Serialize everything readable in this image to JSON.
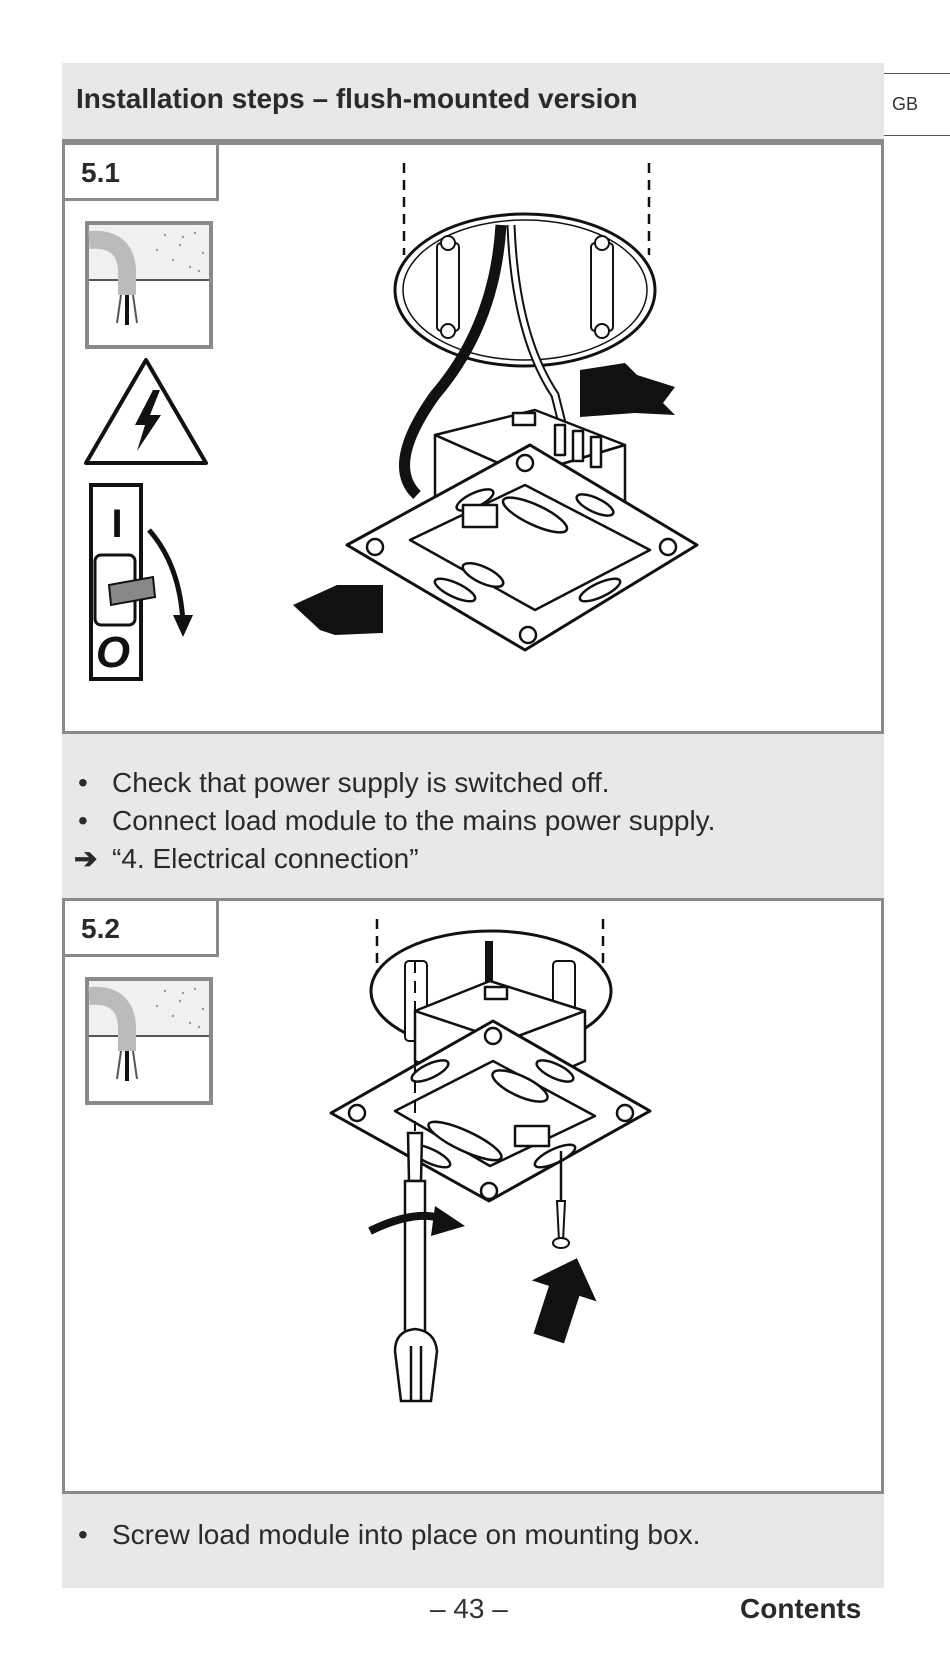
{
  "header": {
    "title": "Installation steps – flush-mounted version",
    "language_tab": "GB"
  },
  "steps": [
    {
      "label": "5.1",
      "instructions": [
        {
          "marker": "•",
          "text": "Check that power supply is switched off."
        },
        {
          "marker": "•",
          "text": "Connect load module to the mains power supply."
        },
        {
          "marker": "➔",
          "text": "“4. Electrical connection”"
        }
      ]
    },
    {
      "label": "5.2",
      "instructions": [
        {
          "marker": "•",
          "text": "Screw load module into place on mounting box."
        }
      ]
    }
  ],
  "breaker": {
    "on_label": "I",
    "off_label": "O"
  },
  "footer": {
    "page_number": "– 43 –",
    "contents_link": "Contents"
  },
  "colors": {
    "panel_gray": "#e8e8e8",
    "border_gray": "#8a8a8a",
    "ink": "#1a1a1a"
  }
}
